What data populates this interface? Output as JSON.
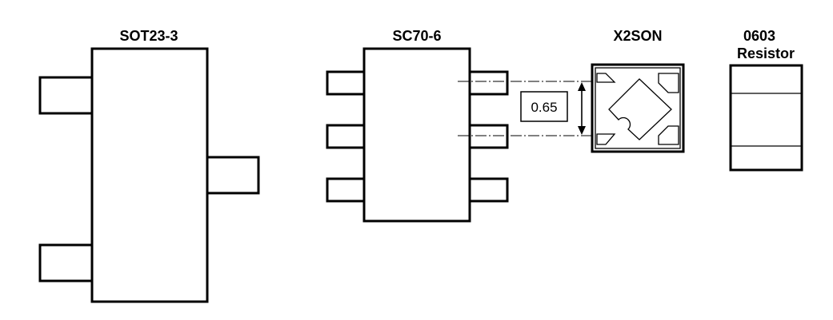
{
  "packages": {
    "sot23": {
      "label": "SOT23-3"
    },
    "sc70": {
      "label": "SC70-6"
    },
    "x2son": {
      "label": "X2SON"
    },
    "resistor": {
      "label_line1": "0603",
      "label_line2": "Resistor"
    }
  },
  "dimension": {
    "value": "0.65"
  },
  "colors": {
    "stroke": "#000000",
    "background": "#ffffff"
  }
}
